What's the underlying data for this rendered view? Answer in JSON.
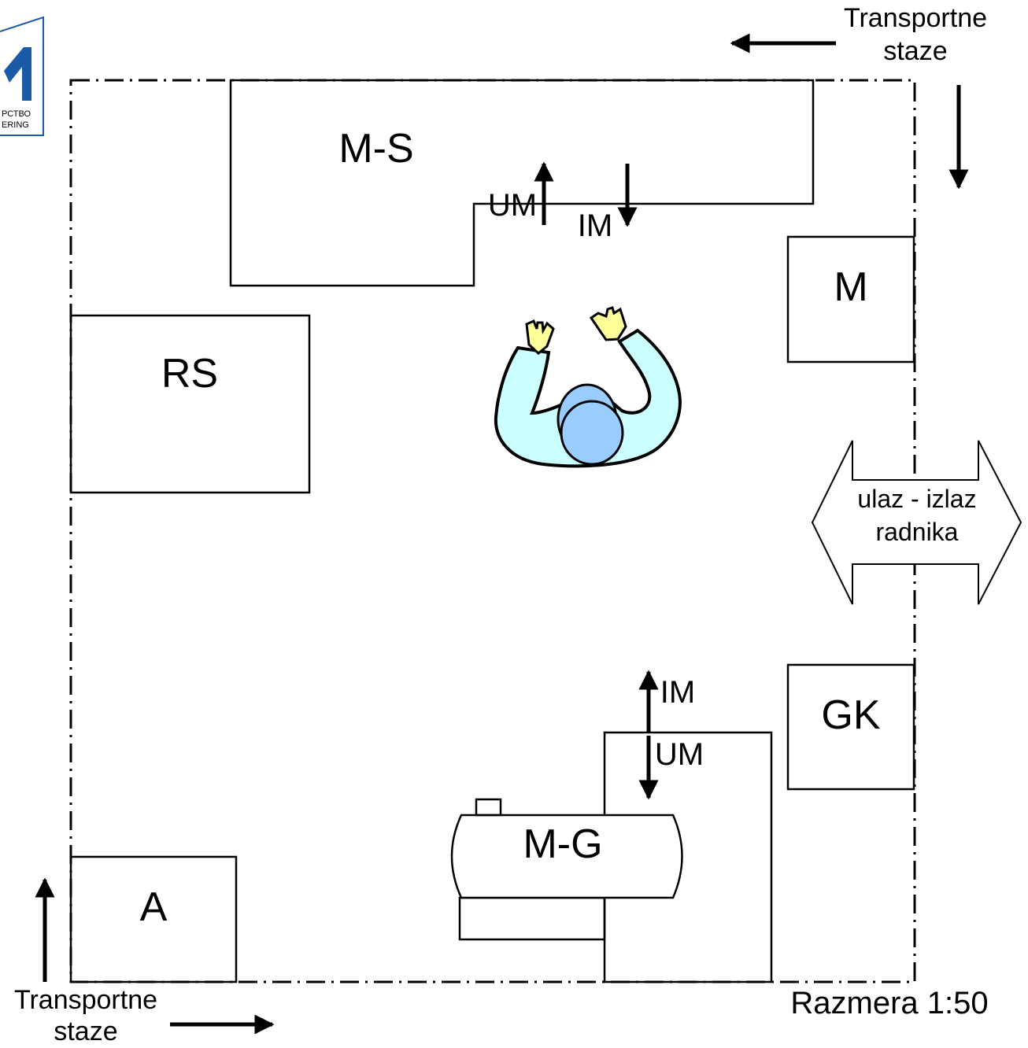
{
  "logo": {
    "line1": "РСТВО",
    "line2": "ERING"
  },
  "transport_top": {
    "line1": "Transportne",
    "line2": "staze"
  },
  "transport_bottom": {
    "line1": "Transportne",
    "line2": "staze"
  },
  "stations": {
    "ms": "M-S",
    "m": "M",
    "rs": "RS",
    "gk": "GK",
    "mg": "M-G",
    "a": "A"
  },
  "flow_ms": {
    "in": "UM",
    "out": "IM"
  },
  "flow_mg": {
    "in": "IM",
    "out": "UM"
  },
  "entrance": {
    "line1": "ulaz - izlaz",
    "line2": "radnika"
  },
  "scale": "Razmera 1:50",
  "colors": {
    "worker_body": "#ccffff",
    "worker_head": "#99ccff",
    "worker_hands": "#ffff99",
    "logo": "#1a5aa6"
  }
}
